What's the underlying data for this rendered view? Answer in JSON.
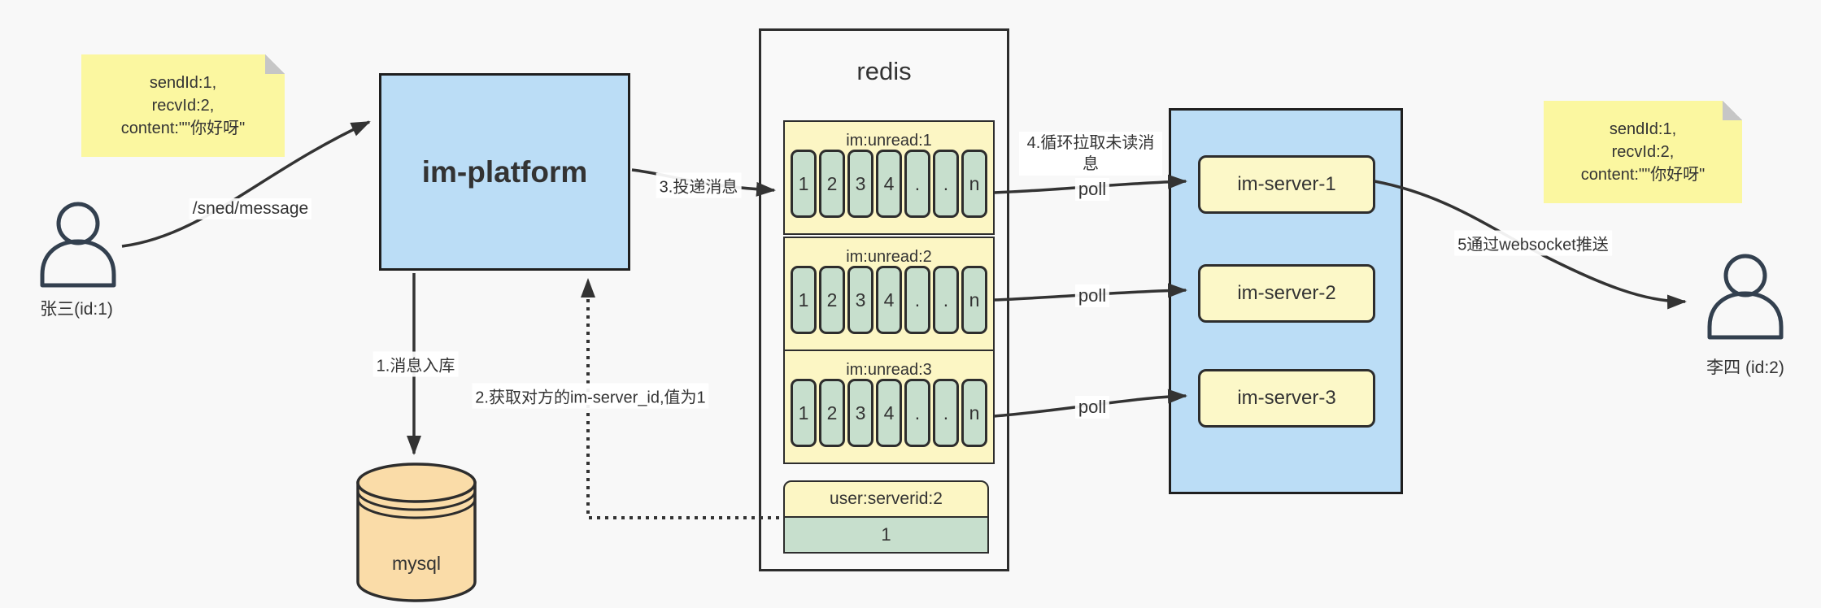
{
  "notes": {
    "left": {
      "lines": [
        "sendId:1,",
        "recvId:2,",
        "content:\"\"你好呀\""
      ]
    },
    "right": {
      "lines": [
        "sendId:1,",
        "recvId:2,",
        "content:\"\"你好呀\""
      ]
    }
  },
  "actors": {
    "sender": {
      "label": "张三(id:1)"
    },
    "receiver": {
      "label": "李四 (id:2)"
    }
  },
  "nodes": {
    "platform": "im-platform",
    "database": "mysql"
  },
  "redis": {
    "title": "redis",
    "queues": [
      {
        "label": "im:unread:1",
        "cells": [
          "1",
          "2",
          "3",
          "4",
          ".",
          ".",
          "n"
        ]
      },
      {
        "label": "im:unread:2",
        "cells": [
          "1",
          "2",
          "3",
          "4",
          ".",
          ".",
          "n"
        ]
      },
      {
        "label": "im:unread:3",
        "cells": [
          "1",
          "2",
          "3",
          "4",
          ".",
          ".",
          "n"
        ]
      }
    ],
    "kv": {
      "key": "user:serverid:2",
      "value": "1"
    }
  },
  "servers": [
    "im-server-1",
    "im-server-2",
    "im-server-3"
  ],
  "edge_labels": {
    "send": "/sned/message",
    "step1": "1.消息入库",
    "step2": "2.获取对方的im-server_id,值为1",
    "step3": "3.投递消息",
    "step4": "4.循环拉取未读消息",
    "poll_1": "poll",
    "poll_2": "poll",
    "poll_3": "poll",
    "step5": "5通过websocket推送"
  },
  "colors": {
    "node_blue": "#bbddf6",
    "note_yellow": "#fbf7a0",
    "pale_yellow": "#fcf6c4",
    "cell_green": "#c7dfcd",
    "db_tan": "#fadca8",
    "line_dark": "#333333",
    "canvas_bg": "#f8f8f8"
  }
}
